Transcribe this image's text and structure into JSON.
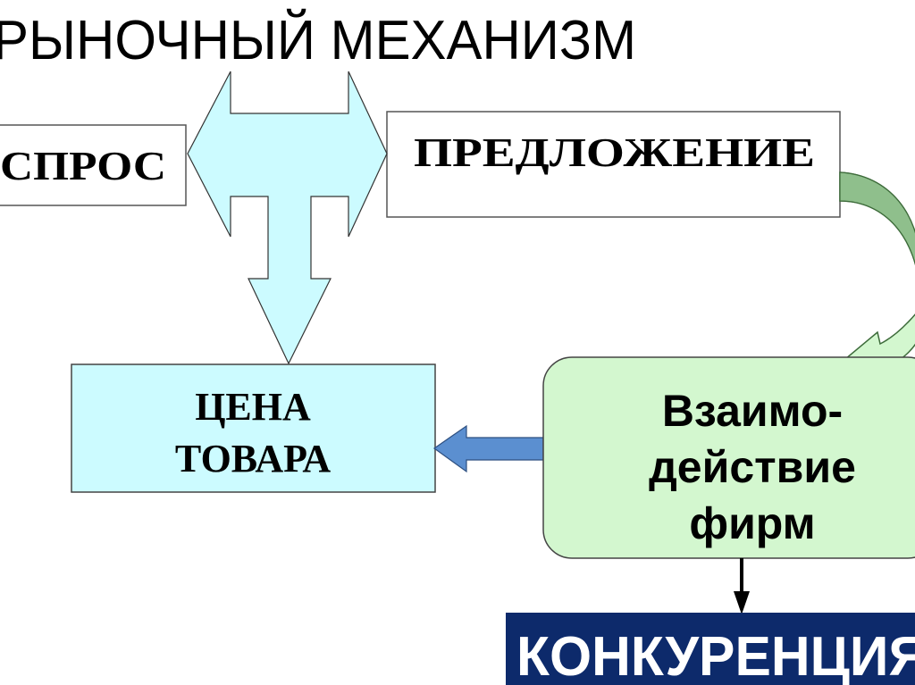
{
  "title": "РЫНОЧНЫЙ МЕХАНИЗМ",
  "nodes": {
    "demand": "СПРОС",
    "supply": "ПРЕДЛОЖЕНИЕ",
    "price_line1": "ЦЕНА",
    "price_line2": "ТОВАРА",
    "firms_line1": "Взаимо-",
    "firms_line2": "действие",
    "firms_line3": "фирм",
    "competition": "КОНКУРЕНЦИЯ"
  },
  "colors": {
    "cyan_fill": "#ccfbff",
    "green_fill": "#d3f7cf",
    "green_arrow_dark": "#8fbf8c",
    "blue_arrow": "#5b8fd0",
    "navy": "#0d2a6b"
  }
}
